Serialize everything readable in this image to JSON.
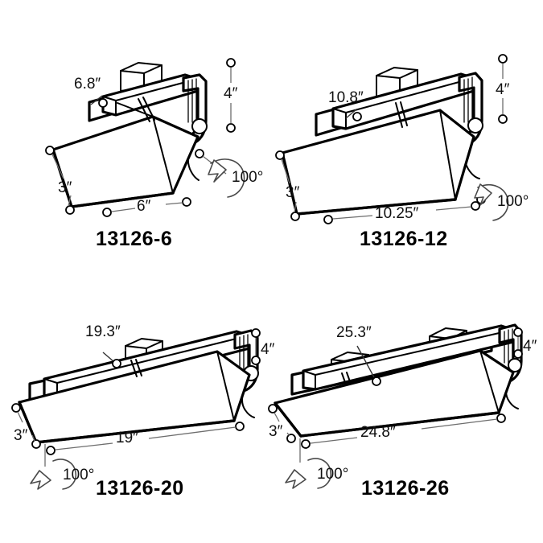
{
  "drawing": {
    "title": "Linear fixture dimension drawing",
    "background_color": "#ffffff",
    "line_color": "#000000",
    "dimension_line_color": "#6d6d6d",
    "units": "inches",
    "projection": "isometric",
    "panel_count": 4
  },
  "panels": [
    {
      "id": "panel-13126-6",
      "model": "13126-6",
      "position": "top-left",
      "mount_box_count": 1,
      "dimensions": {
        "housing_length": "6.8″",
        "aperture_length": "6″",
        "depth": "3″",
        "height": "4″",
        "rotation": "100°"
      }
    },
    {
      "id": "panel-13126-12",
      "model": "13126-12",
      "position": "top-right",
      "mount_box_count": 1,
      "dimensions": {
        "housing_length": "10.8″",
        "aperture_length": "10.25″",
        "depth": "3″",
        "height": "4″",
        "rotation": "100°"
      }
    },
    {
      "id": "panel-13126-20",
      "model": "13126-20",
      "position": "bottom-left",
      "mount_box_count": 1,
      "dimensions": {
        "housing_length": "19.3″",
        "aperture_length": "19″",
        "depth": "3″",
        "height": "4″",
        "rotation": "100°"
      }
    },
    {
      "id": "panel-13126-26",
      "model": "13126-26",
      "position": "bottom-right",
      "mount_box_count": 2,
      "dimensions": {
        "housing_length": "25.3″",
        "aperture_length": "24.8″",
        "depth": "3″",
        "height": "4″",
        "rotation": "100°"
      }
    }
  ]
}
